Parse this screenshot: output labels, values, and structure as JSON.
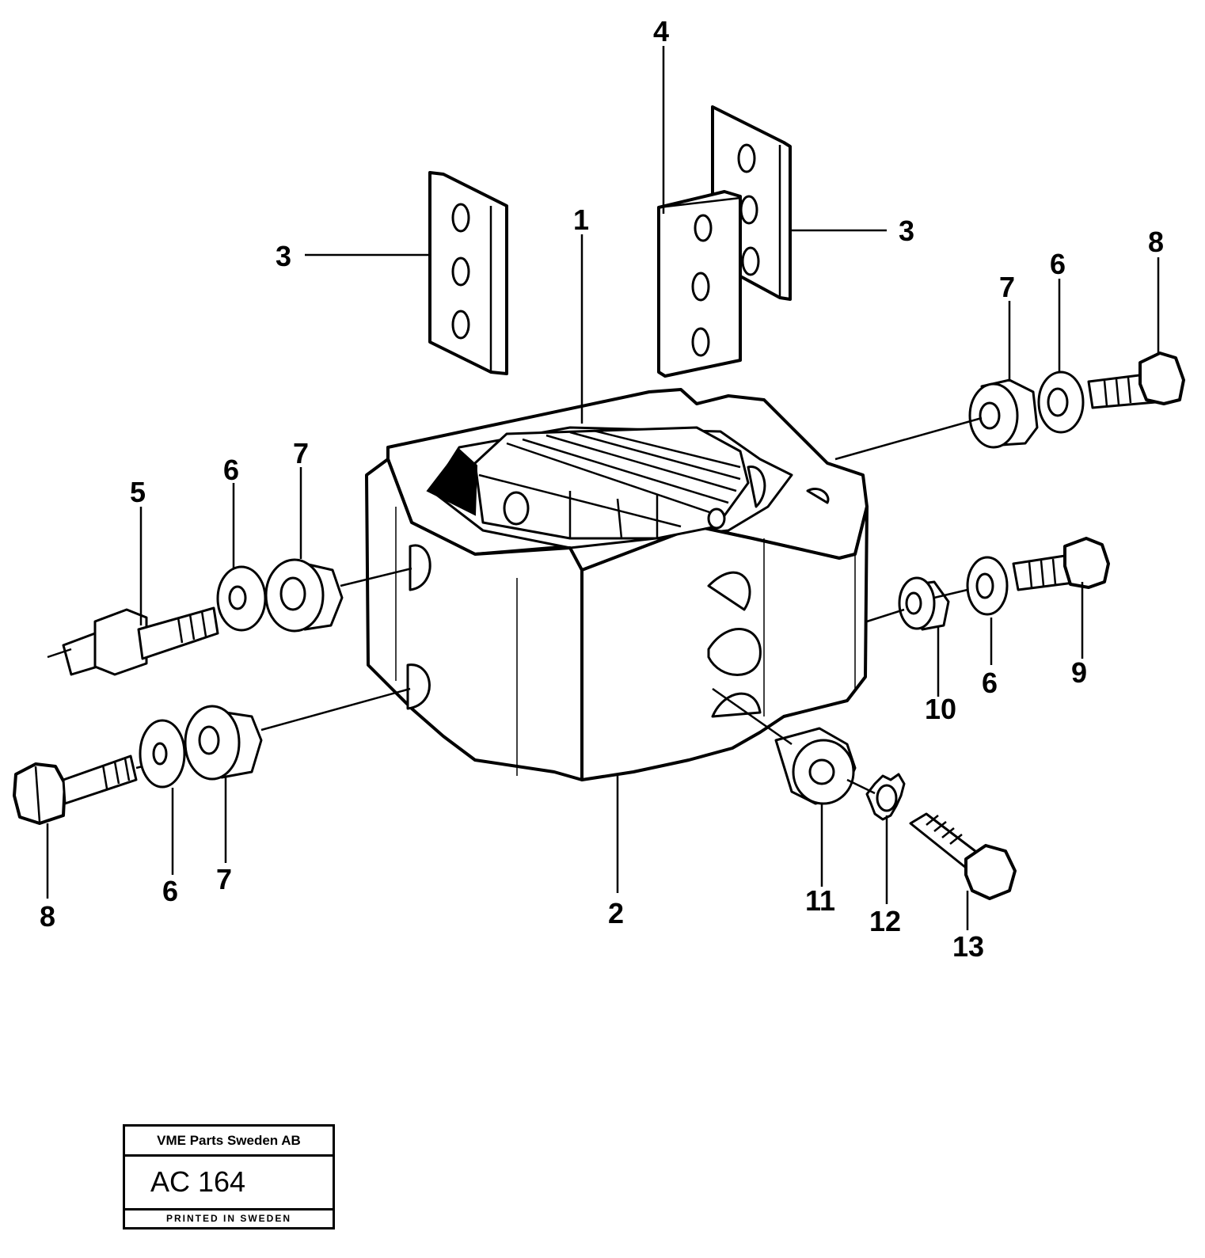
{
  "callouts": {
    "c1": "1",
    "c2": "2",
    "c3_left": "3",
    "c3_right": "3",
    "c4": "4",
    "c5": "5",
    "c6_left_top": "6",
    "c6_left_bottom": "6",
    "c6_right_top": "6",
    "c6_right_mid": "6",
    "c7_left_top": "7",
    "c7_left_bottom": "7",
    "c7_right_top": "7",
    "c8_left": "8",
    "c8_right": "8",
    "c9": "9",
    "c10": "10",
    "c11": "11",
    "c12": "12",
    "c13": "13"
  },
  "title_block": {
    "company": "VME Parts Sweden AB",
    "code": "AC 164",
    "printed": "PRINTED IN SWEDEN"
  }
}
